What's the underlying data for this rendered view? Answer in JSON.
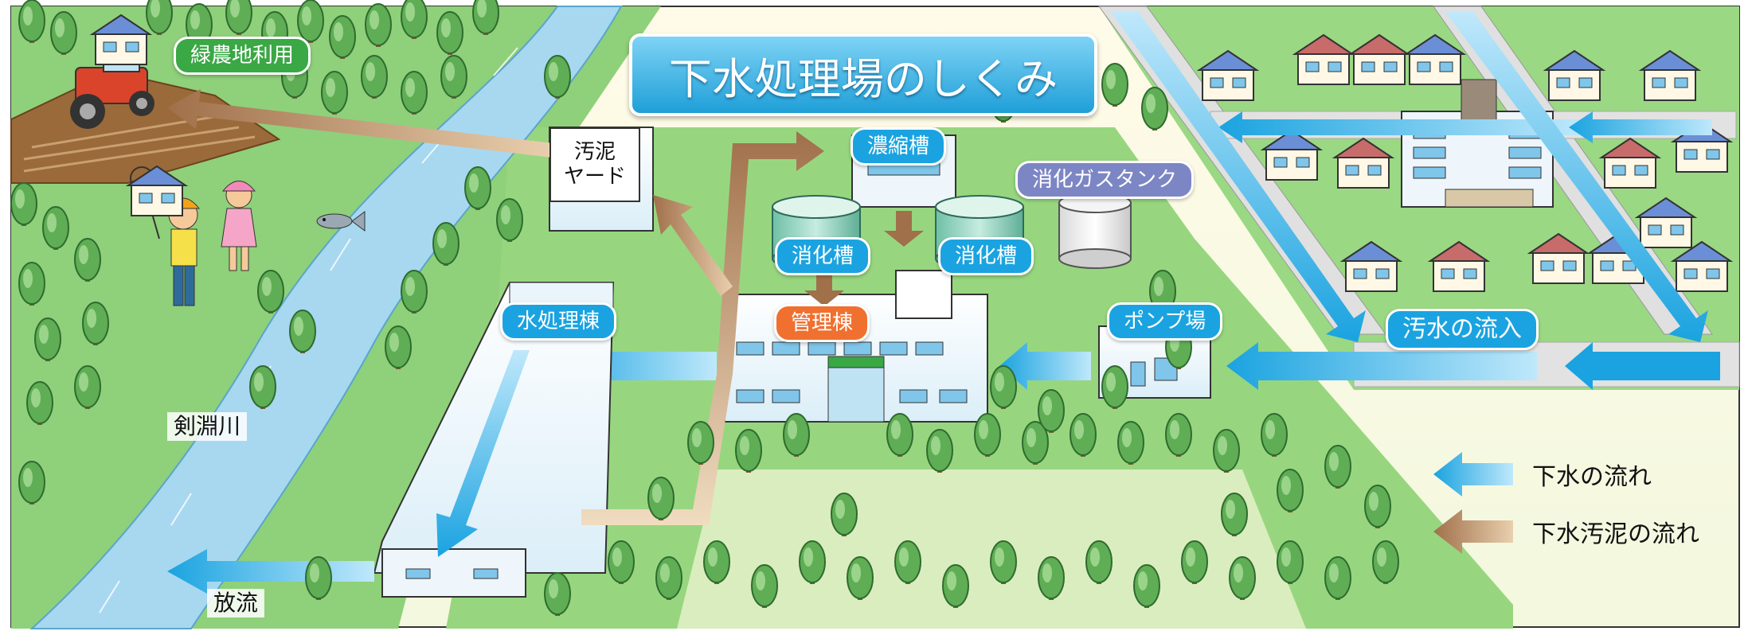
{
  "title": "下水処理場のしくみ",
  "labels": {
    "green_farm": "緑農地利用",
    "sludge_yard": "汚泥\nヤード",
    "thickener": "濃縮槽",
    "digestion_gas_tank": "消化ガスタンク",
    "digester_left": "消化槽",
    "digester_right": "消化槽",
    "management": "管理棟",
    "water_treatment": "水処理棟",
    "pump_station": "ポンプ場",
    "sewage_inflow": "汚水の流入",
    "river": "剣淵川",
    "discharge": "放流"
  },
  "legend": {
    "sewage_flow": "下水の流れ",
    "sludge_flow": "下水汚泥の流れ"
  },
  "colors": {
    "sewage_arrow": "#1aa3e0",
    "sludge_arrow": "#a0704a",
    "tag_blue": "#1aa3e0",
    "tag_green": "#3aa845",
    "tag_red": "#f07030",
    "tag_gray_blue": "#7d86c4",
    "grass": "#8fd07a",
    "river": "#a7d8f0"
  },
  "icons": [
    "tractor-icon",
    "fish-icon",
    "child-icon",
    "house-icon",
    "tree-icon",
    "tank-icon",
    "building-icon"
  ]
}
